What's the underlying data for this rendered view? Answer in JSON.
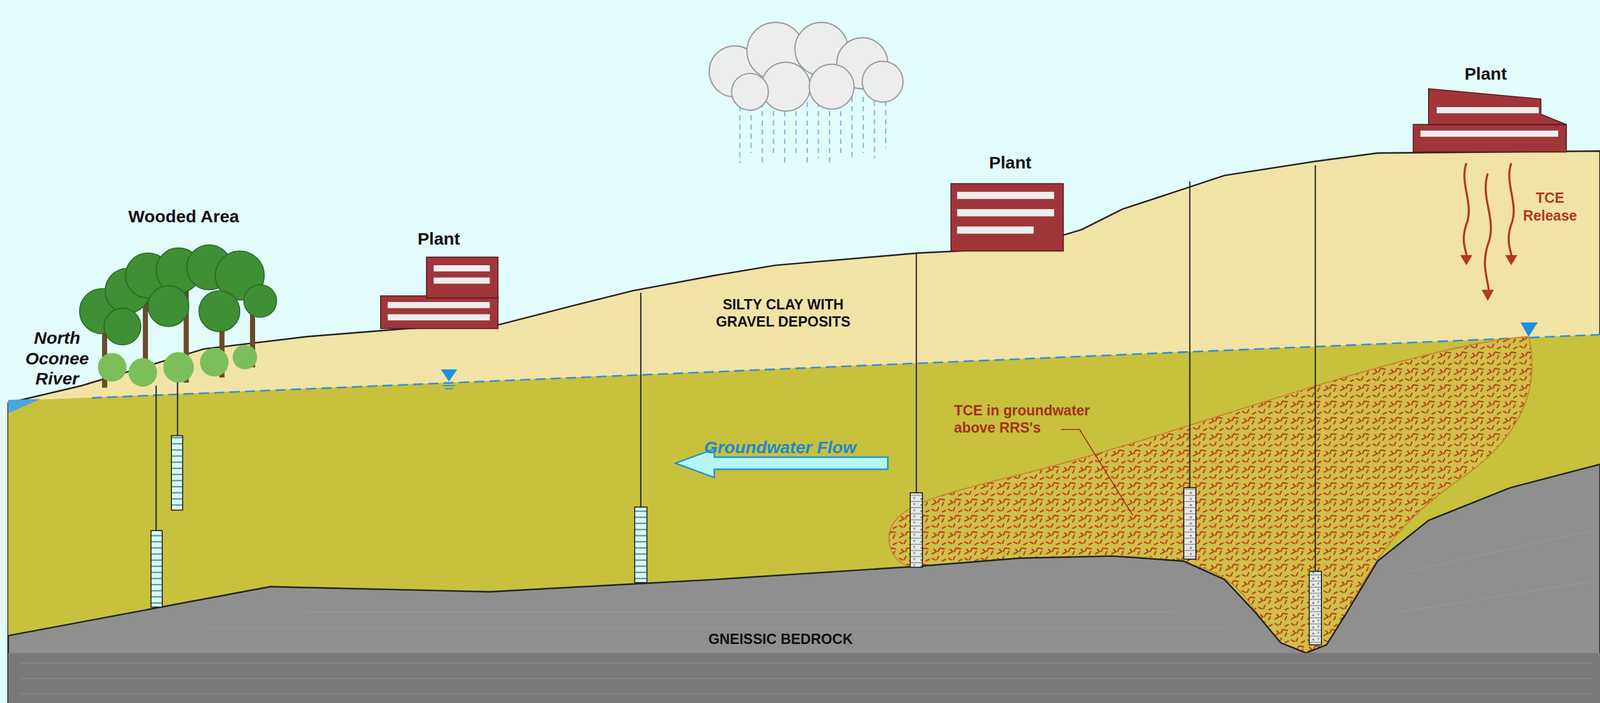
{
  "diagram": {
    "labels": [
      "North Oconee River",
      "Wooded Area",
      "Plant",
      "Plant",
      "Plant",
      "TCE Release",
      "SILTY CLAY WITH GRAVEL DEPOSITS",
      "Groundwater Flow",
      "TCE in groundwater above RRS's",
      "GNEISSIC BEDROCK"
    ]
  }
}
